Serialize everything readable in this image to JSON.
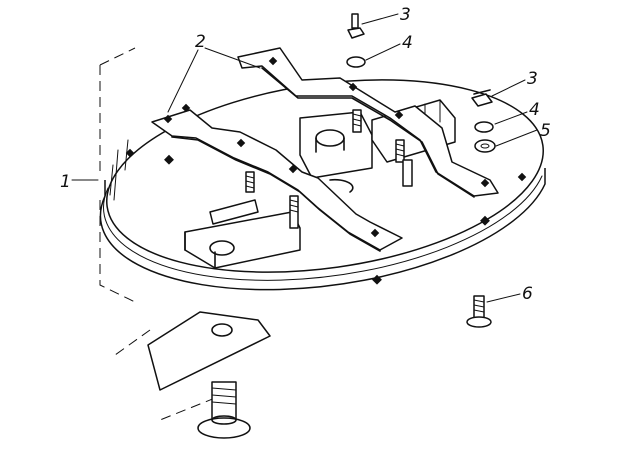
{
  "labels": {
    "part_1": "1",
    "part_2": "2",
    "part_3a": "3",
    "part_3b": "3",
    "part_4a": "4",
    "part_4b": "4",
    "part_5": "5",
    "part_6": "6"
  },
  "colors": {
    "ink": "#111111",
    "paper": "#ffffff"
  }
}
